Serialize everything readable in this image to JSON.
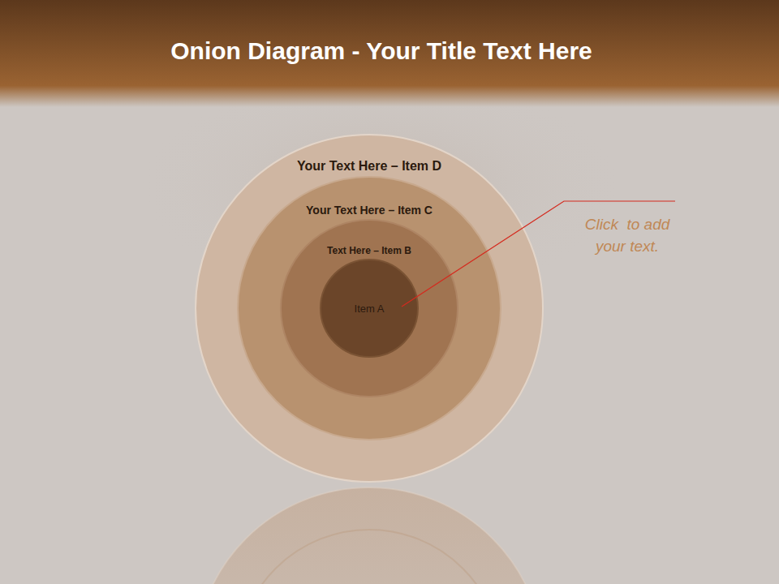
{
  "diagram": {
    "title": "Onion Diagram - Your Title Text Here",
    "nodes": [
      {
        "text": [
          "Your Text Here – Item D"
        ]
      },
      {
        "text": [
          "Your Text Here – Item C"
        ],
        "in": 0
      },
      {
        "text": [
          "Text Here – Item B"
        ],
        "in": 1
      },
      {
        "text": [
          "Item A"
        ],
        "in": 2
      }
    ],
    "labels": [
      "Click  to add your text."
    ]
  }
}
